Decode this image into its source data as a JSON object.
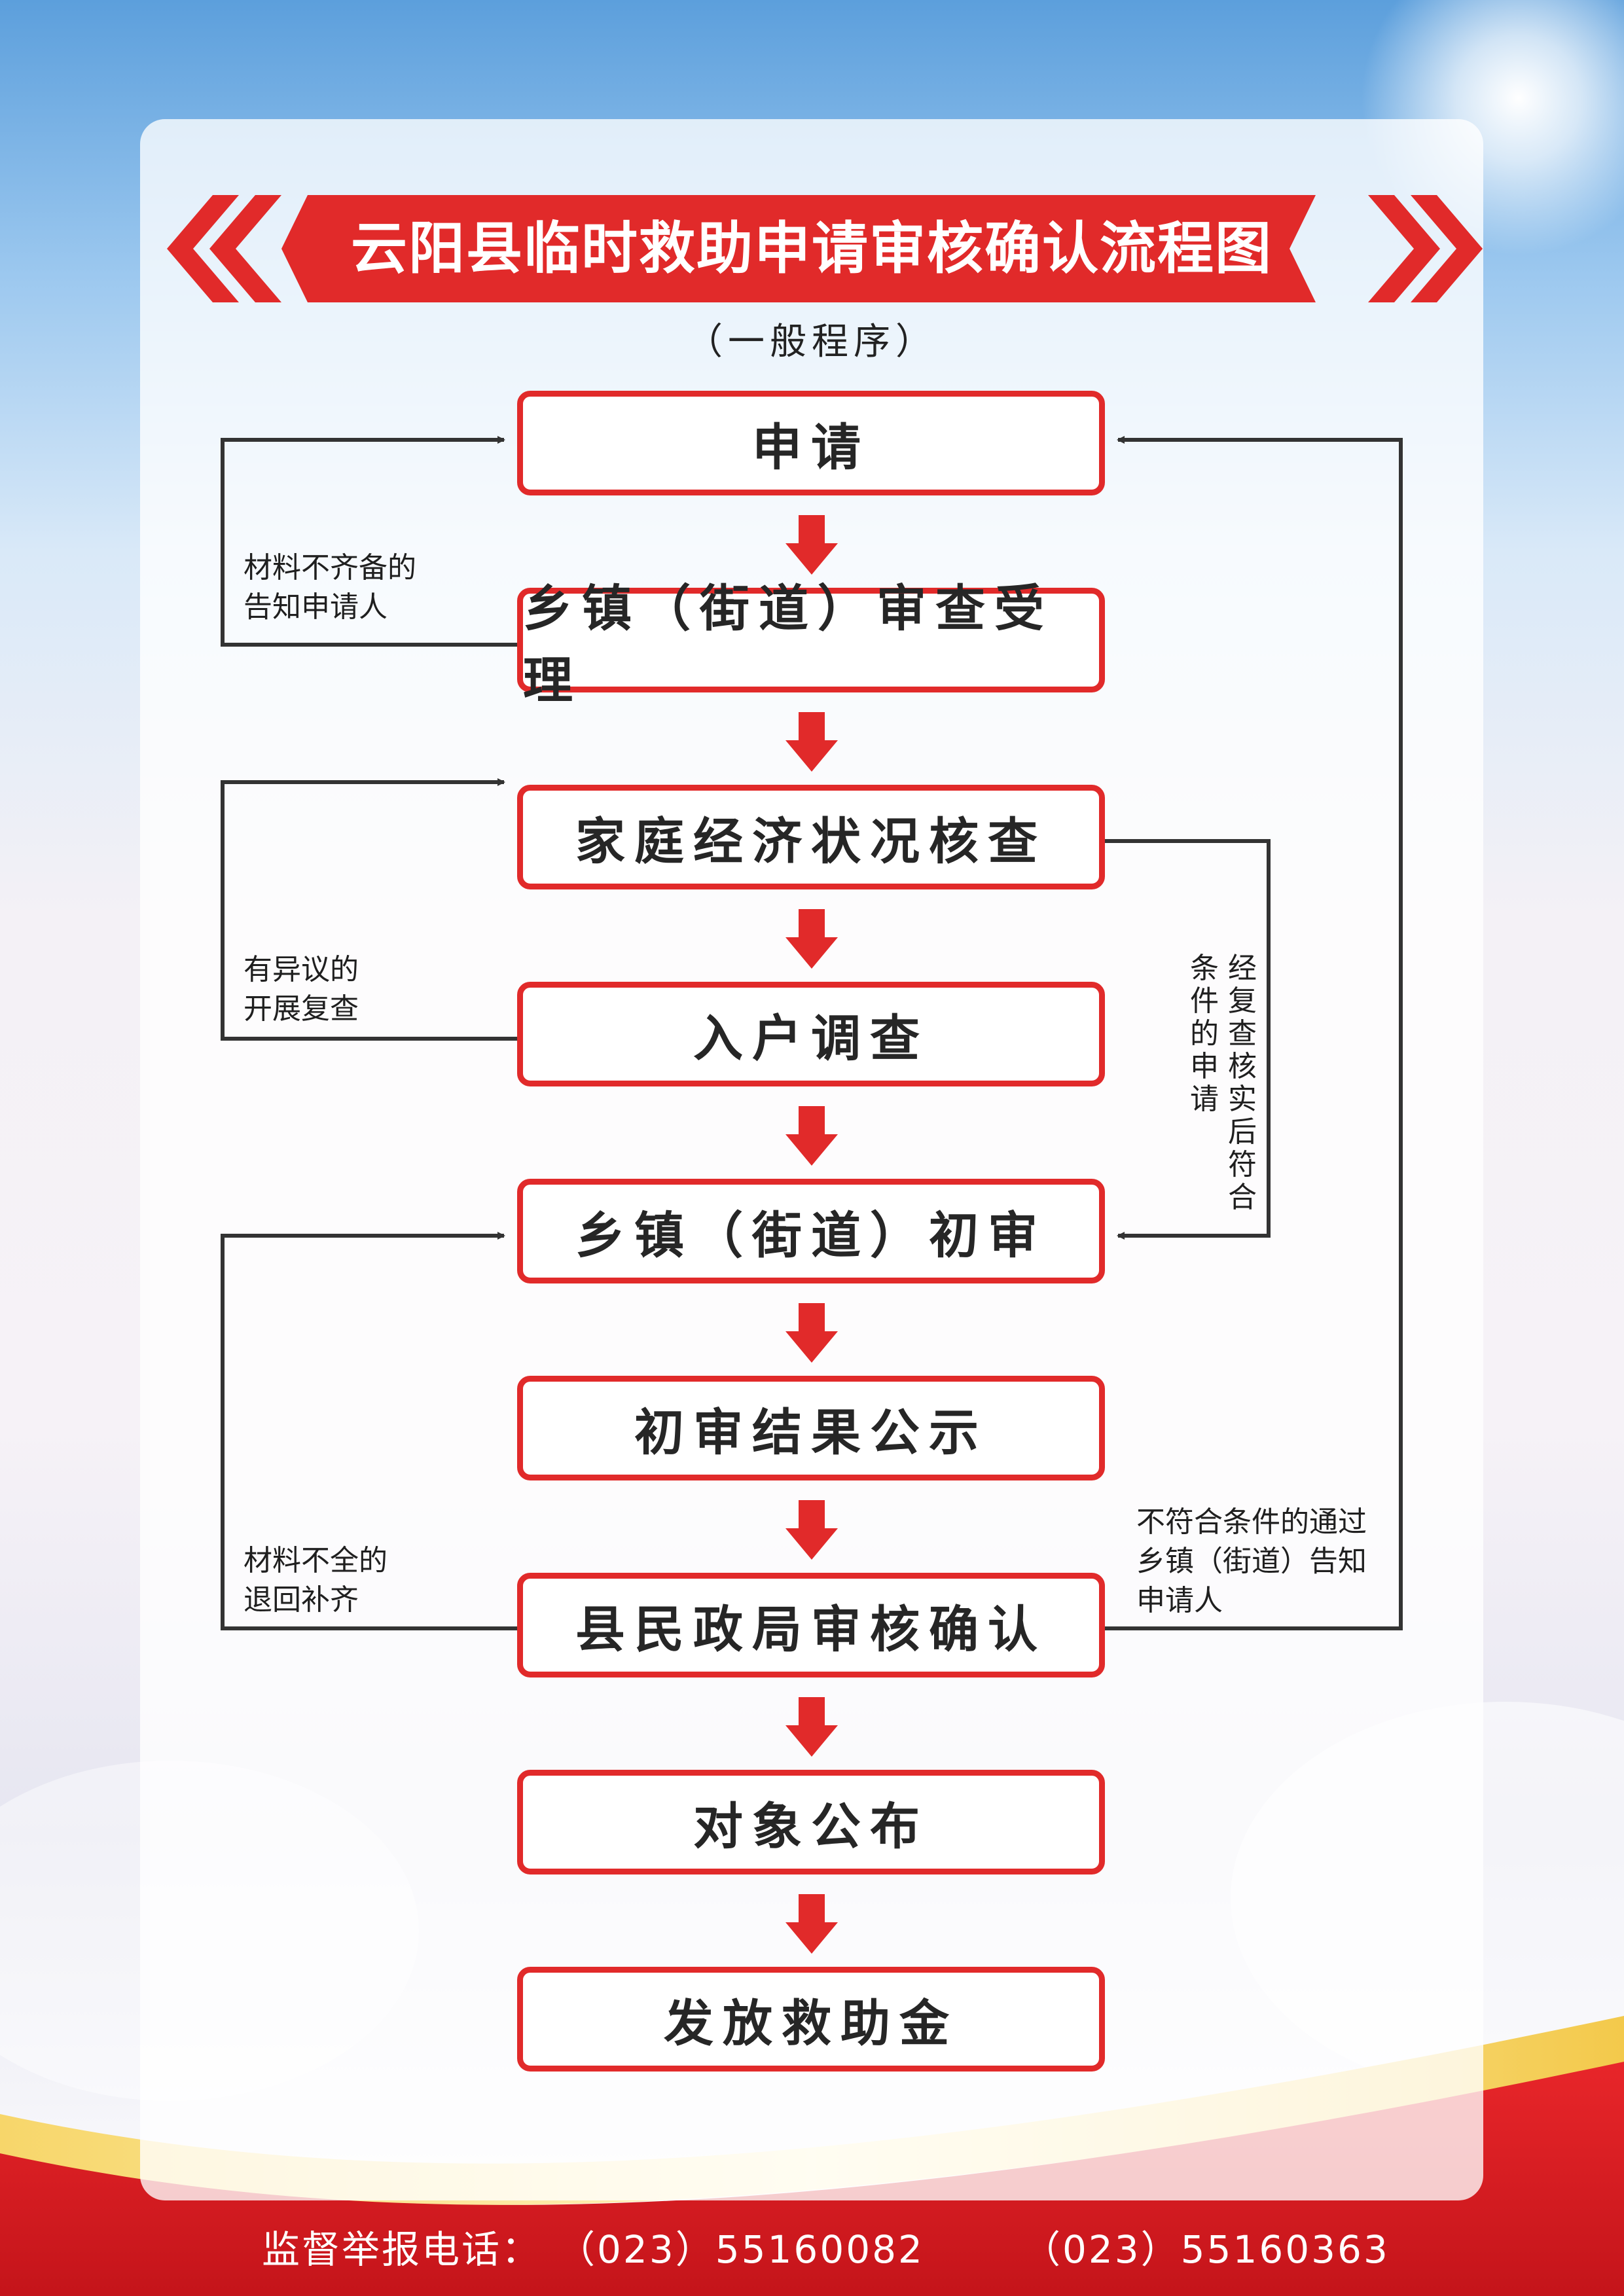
{
  "title": "云阳县临时救助申请审核确认流程图",
  "subtitle": "（一般程序）",
  "steps": [
    "申请",
    "乡镇（街道）审查受理",
    "家庭经济状况核查",
    "入户调查",
    "乡镇（街道）初审",
    "初审结果公示",
    "县民政局审核确认",
    "对象公布",
    "发放救助金"
  ],
  "notes": {
    "incomplete_materials": [
      "材料不齐备的",
      "告知申请人"
    ],
    "objection_review": [
      "有异议的",
      "开展复查"
    ],
    "materials_return": [
      "材料不全的",
      "退回补齐"
    ],
    "recheck_qualified_col1": "经复查核实后符合",
    "recheck_qualified_col2": "条件的申请",
    "not_qualified": [
      "不符合条件的通过",
      "乡镇（街道）告知",
      "申请人"
    ]
  },
  "footer": {
    "label": "监督举报电话：",
    "phone1": "（023）55160082",
    "phone2": "（023）55160363"
  },
  "colors": {
    "accent": "#e12a2a",
    "line": "#333333"
  }
}
